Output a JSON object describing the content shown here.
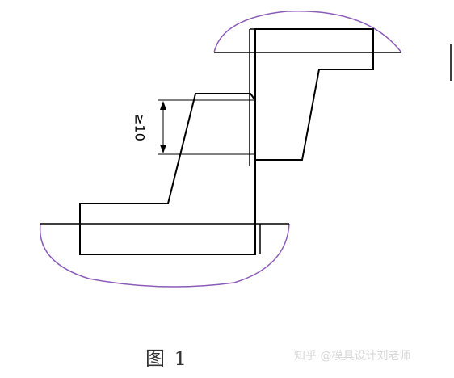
{
  "drawing": {
    "dimension_label": "≥10",
    "caption": "图 1",
    "watermark": "知乎 @模具设计刘老师"
  },
  "colors": {
    "line": "#000000",
    "contour": "#8a5cb8",
    "caption": "#333333",
    "watermark": "#d7d7d7"
  }
}
